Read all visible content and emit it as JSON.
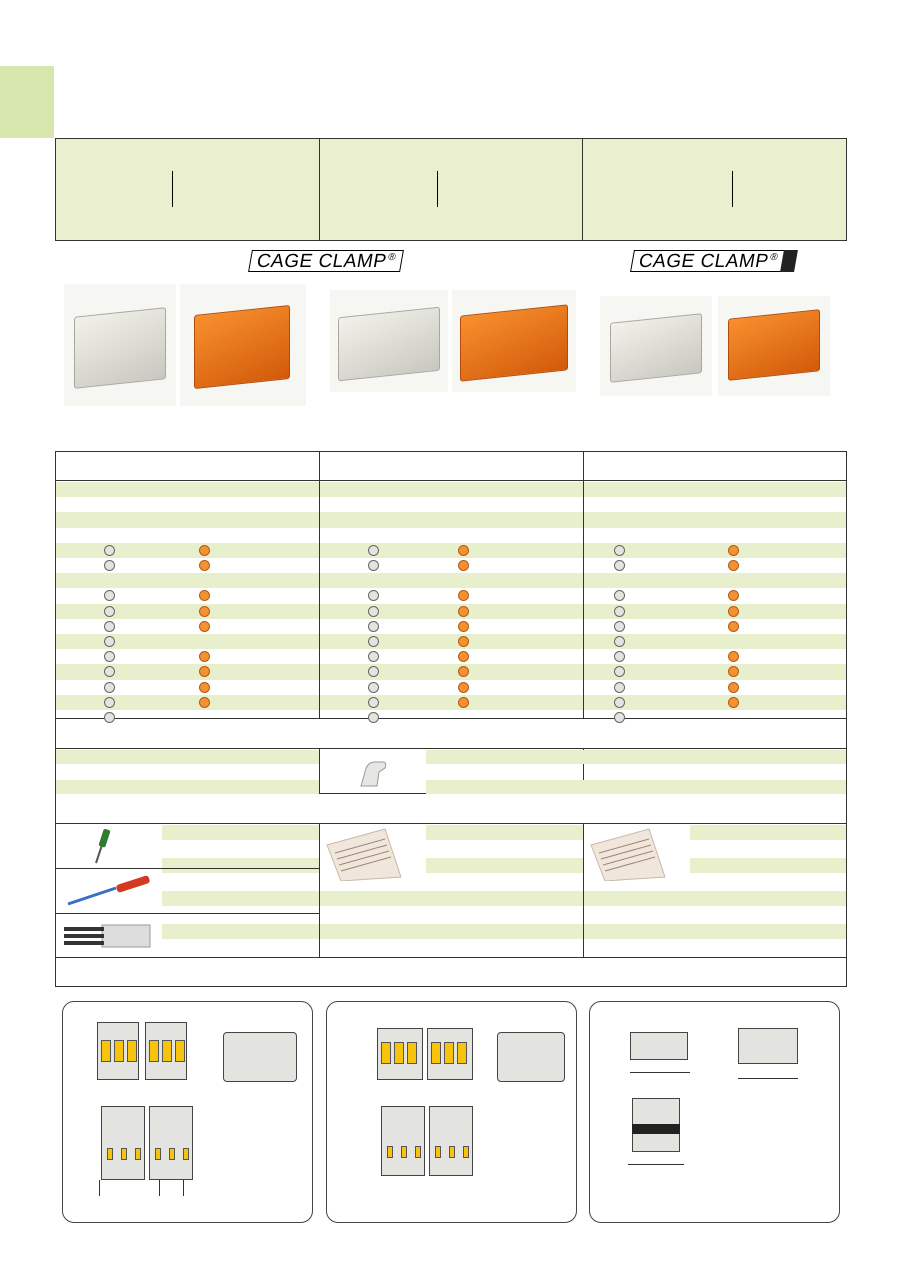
{
  "brand": {
    "logo_text": "CAGE CLAMP",
    "registered_mark": "®"
  },
  "colors": {
    "header_bg": "#eaf0cf",
    "row_stripe": "#e8efcc",
    "tab_green": "#d6e6ac",
    "orange": "#f39233",
    "light_grey": "#e3e3e0"
  },
  "availability": {
    "description": "grey (w) and orange (o) variant dots per table row for each of three product columns",
    "columns": [
      {
        "rows": [
          "",
          "",
          "",
          "",
          "wo",
          "wo",
          "",
          "wo",
          "wo",
          "wo",
          "w",
          "wo",
          "wo",
          "wo",
          "wo",
          "w"
        ]
      },
      {
        "rows": [
          "",
          "",
          "",
          "",
          "wo",
          "wo",
          "",
          "wo",
          "wo",
          "wo",
          "wo",
          "wo",
          "wo",
          "wo",
          "wo",
          "w"
        ]
      },
      {
        "rows": [
          "",
          "",
          "",
          "",
          "wo",
          "wo",
          "",
          "wo",
          "wo",
          "wo",
          "w",
          "wo",
          "wo",
          "wo",
          "wo",
          "w"
        ]
      }
    ]
  },
  "icons": {
    "accessory_1": "coding-key-icon",
    "tool_1": "screwdriver-icon",
    "tool_2": "operating-tool-icon",
    "tool_3": "cable-strip-icon",
    "doc_1": "marking-strip-icon",
    "doc_2": "marking-strip-icon"
  }
}
